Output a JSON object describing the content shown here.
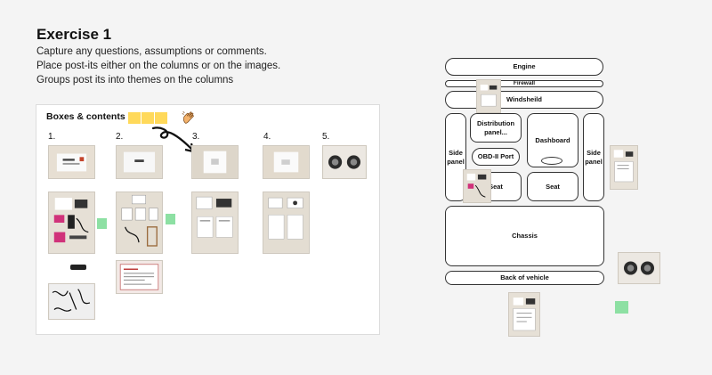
{
  "header": {
    "title": "Exercise 1",
    "instructions": [
      "Capture any questions, assumptions or comments.",
      "Place post-its either on the columns or on the images.",
      "Groups post its into themes on the columns"
    ]
  },
  "board": {
    "title": "Boxes & contents",
    "columns": [
      "1.",
      "2.",
      "3.",
      "4.",
      "5."
    ]
  },
  "vehicle_map": {
    "engine": "Engine",
    "firewall": "Firewall",
    "windshield": "Windsheild",
    "distribution_panel": "Distribution panel...",
    "dashboard": "Dashboard",
    "obd_port": "OBD-II Port",
    "side_panel_left": "Side panel",
    "side_panel_right": "Side panel",
    "seat_left": "Seat",
    "seat_right": "Seat",
    "chassis": "Chassis",
    "back_of_vehicle": "Back of vehicle"
  },
  "colors": {
    "sticky_yellow": "#ffd95a",
    "sticky_green": "#8de0a3"
  },
  "icons": {
    "hand": "waving-hand-icon",
    "arrow": "curved-arrow-icon"
  }
}
